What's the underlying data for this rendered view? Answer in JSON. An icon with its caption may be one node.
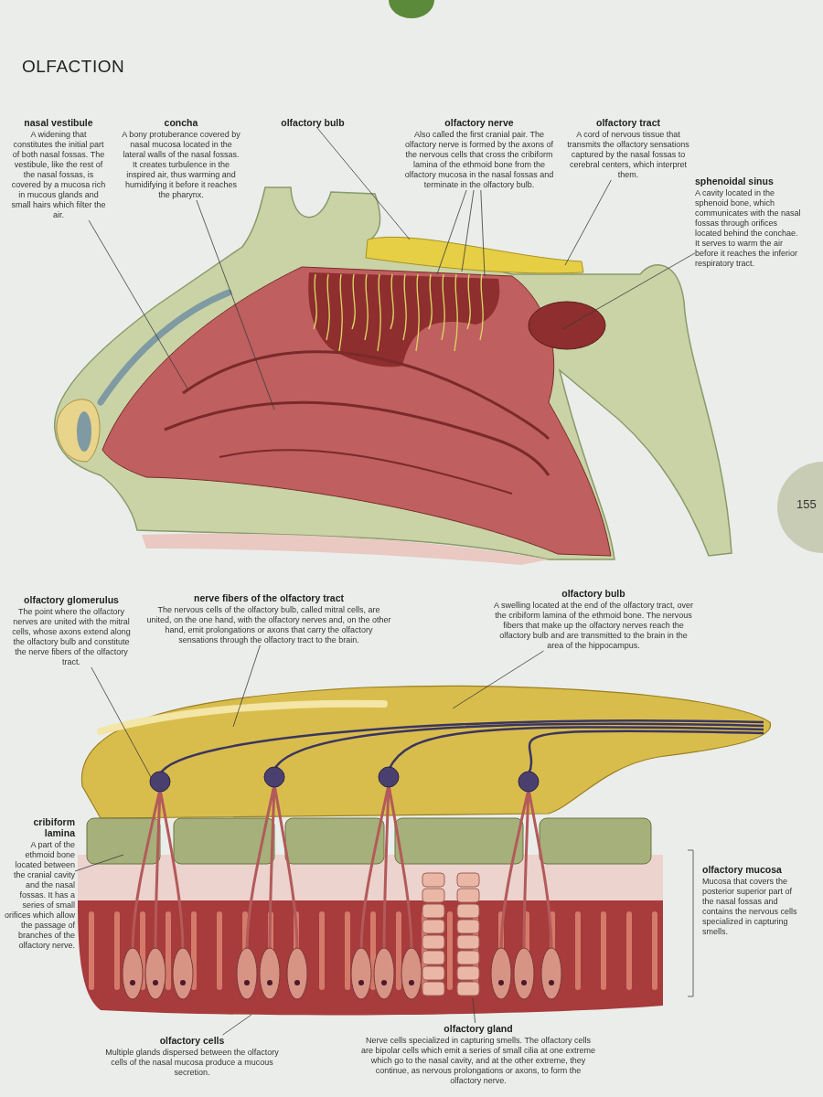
{
  "diagram": {
    "title": "OLFACTION",
    "nodes": [
      {
        "text": [
          "nasal vestibule",
          "A widening that constitutes the initial part of both nasal fossas. The vestibule, like the rest of the nasal fossas, is covered by a mucosa rich in mucous glands and small hairs which filter the air."
        ]
      },
      {
        "text": [
          "concha",
          "A bony protuberance covered by nasal mucosa located in the lateral walls of the nasal fossas. It creates turbulence in the inspired air, thus warming and humidifying it before it reaches the pharynx."
        ]
      },
      {
        "text": [
          "olfactory bulb"
        ]
      },
      {
        "text": [
          "olfactory nerve",
          "Also called the first cranial pair. The olfactory nerve is formed by the axons of the nervous cells that cross the cribiform lamina of the ethmoid bone from the olfactory mucosa in the nasal fossas and terminate in the olfactory bulb."
        ]
      },
      {
        "text": [
          "olfactory tract",
          "A cord of nervous tissue that transmits the olfactory sensations captured by the nasal fossas to cerebral centers, which interpret them."
        ]
      },
      {
        "text": [
          "sphenoidal sinus",
          "A cavity located in the sphenoid bone, which communicates with the nasal fossas through orifices located behind the conchae. It serves to warm the air before it reaches the inferior respiratory tract."
        ]
      },
      {
        "text": [
          "olfactory glomerulus",
          "The point where the olfactory nerves are united with the mitral cells, whose axons extend along the olfactory bulb and constitute the nerve fibers of the olfactory tract."
        ]
      },
      {
        "text": [
          "nerve fibers of the olfactory tract",
          "The nervous cells of the olfactory bulb, called mitral cells, are united, on the one hand, with the olfactory nerves and, on the other hand, emit prolongations or axons that carry the olfactory sensations through the olfactory tract to the brain."
        ]
      },
      {
        "text": [
          "olfactory bulb",
          "A swelling located at the end of the olfactory tract, over the cribiform lamina of the ethmoid bone. The nervous fibers that make up the olfactory nerves reach the olfactory bulb and are transmitted to the brain in the area of the hippocampus."
        ]
      },
      {
        "text": [
          "cribiform lamina",
          "A part of the ethmoid bone located between the cranial cavity and the nasal fossas. It has a series of small orifices which allow the passage of branches of the olfactory nerve."
        ]
      },
      {
        "text": [
          "olfactory mucosa",
          "Mucosa that covers the posterior superior part of the nasal fossas and contains the nervous cells specialized in capturing smells."
        ]
      },
      {
        "text": [
          "olfactory cells",
          "Multiple glands dispersed between the olfactory cells of the nasal mucosa produce a mucous secretion."
        ]
      },
      {
        "text": [
          "olfactory gland",
          "Nerve cells specialized in capturing smells. The olfactory cells are bipolar cells which emit a series of small cilia at one extreme which go to the nasal cavity, and at the other extreme, they continue, as nervous prolongations or axons, to form the olfactory nerve."
        ]
      }
    ],
    "edges": [
      {
        "from": 0,
        "to": null,
        "arrow": "none"
      },
      {
        "from": 1,
        "to": null,
        "arrow": "none"
      },
      {
        "from": 2,
        "to": null,
        "arrow": "none"
      },
      {
        "from": 3,
        "to": null,
        "arrow": "none"
      },
      {
        "from": 3,
        "to": null,
        "arrow": "none"
      },
      {
        "from": 3,
        "to": null,
        "arrow": "none"
      },
      {
        "from": 4,
        "to": null,
        "arrow": "none"
      },
      {
        "from": 5,
        "to": null,
        "arrow": "none"
      },
      {
        "from": 6,
        "to": null,
        "arrow": "none"
      },
      {
        "from": 7,
        "to": null,
        "arrow": "none"
      },
      {
        "from": 8,
        "to": null,
        "arrow": "none"
      },
      {
        "from": 9,
        "to": null,
        "arrow": "none"
      },
      {
        "from": 11,
        "to": null,
        "arrow": "none"
      },
      {
        "from": 12,
        "to": null,
        "arrow": "none"
      }
    ],
    "labels": [
      "155"
    ]
  }
}
